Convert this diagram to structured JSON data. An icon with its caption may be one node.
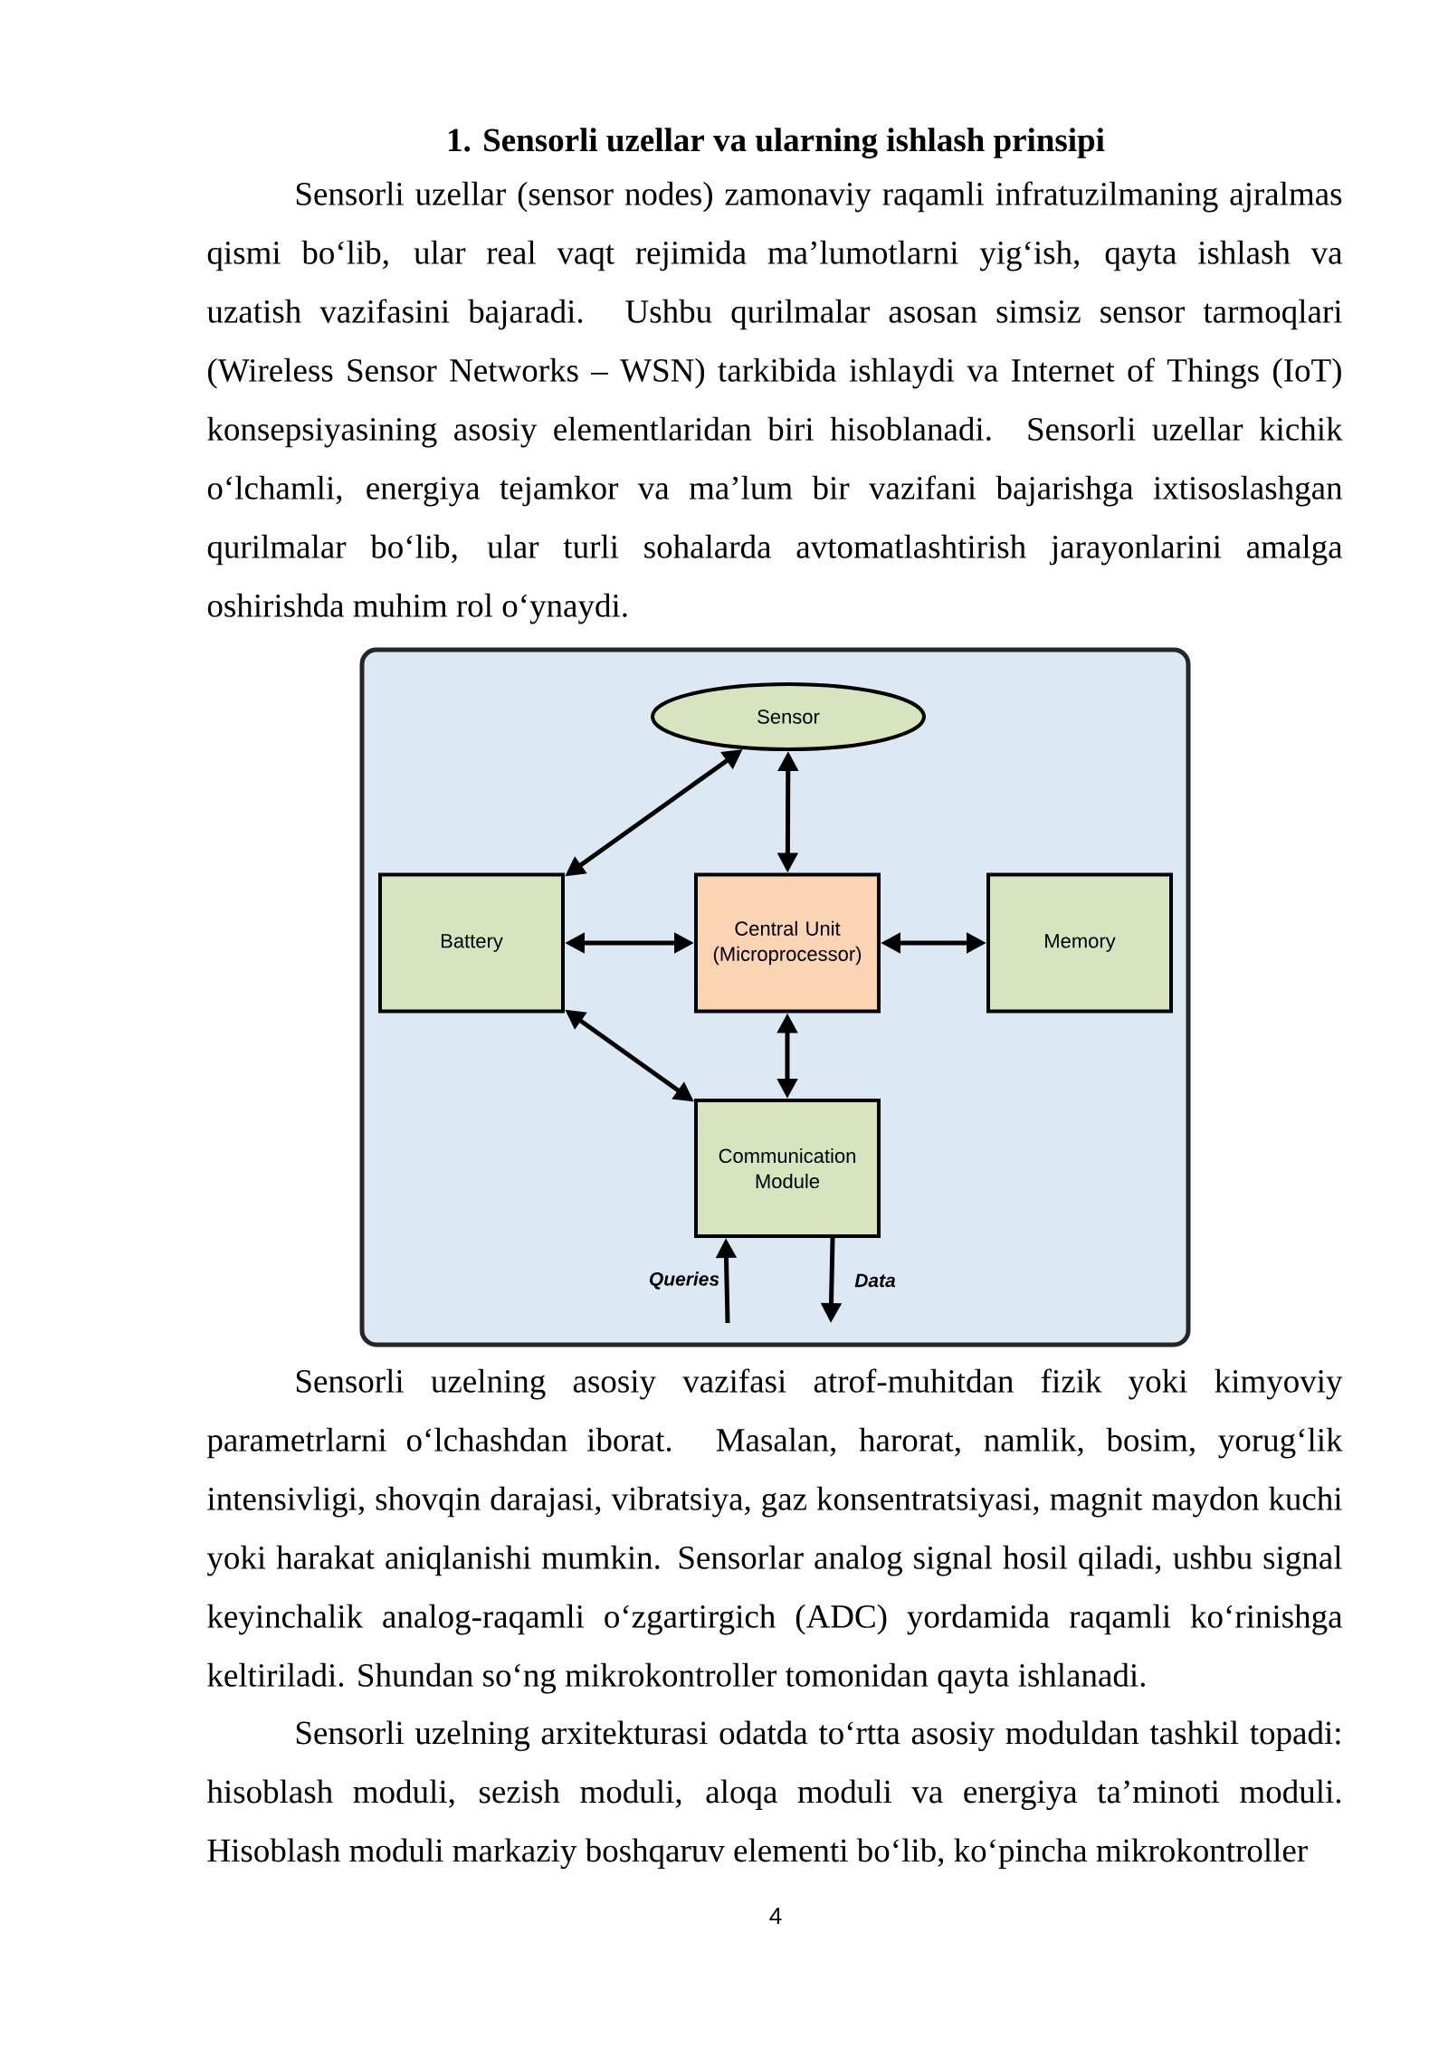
{
  "diagram": {
    "title": "1. Sensorli uzellar va ularning ishlash prinsipi",
    "nodes": [
      {
        "text": [
          "Sensor"
        ]
      },
      {
        "text": [
          "Battery"
        ]
      },
      {
        "text": [
          "Central Unit (Microprocessor)"
        ]
      },
      {
        "text": [
          "Memory"
        ]
      },
      {
        "text": [
          "Communication Module"
        ]
      }
    ],
    "edges": [
      {
        "from": 0,
        "to": 1,
        "arrow": "both"
      },
      {
        "from": 0,
        "to": 2,
        "arrow": "both"
      },
      {
        "from": 1,
        "to": 2,
        "arrow": "both"
      },
      {
        "from": 2,
        "to": 3,
        "arrow": "both"
      },
      {
        "from": 1,
        "to": 4,
        "arrow": "both"
      },
      {
        "from": 2,
        "to": 4,
        "arrow": "both"
      },
      {
        "from": null,
        "to": 4,
        "arrow": "to",
        "label": "Queries"
      },
      {
        "from": 4,
        "to": null,
        "arrow": "to",
        "label": "Data"
      }
    ],
    "labels": [
      "Sensorli uzellar (sensor nodes) zamonaviy raqamli infratuzilmaning ajralmas qismi bo‘lib, ular real vaqt rejimida ma’lumotlarni yig‘ish, qayta ishlash va uzatish vazifasini bajaradi. Ushbu qurilmalar asosan simsiz sensor tarmoqlari (Wireless Sensor Networks – WSN) tarkibida ishlaydi va Internet of Things (IoT) konsepsiyasining asosiy elementlaridan biri hisoblanadi. Sensorli uzellar kichik o‘lchamli, energiya tejamkor va ma’lum bir vazifani bajarishga ixtisoslashgan qurilmalar bo‘lib, ular turli sohalarda avtomatlashtirish jarayonlarini amalga oshirishda muhim rol o‘ynaydi.",
      "Sensorli uzelning asosiy vazifasi atrof-muhitdan fizik yoki kimyoviy parametrlarni o‘lchashdan iborat. Masalan, harorat, namlik, bosim, yorug‘lik intensivligi, shovqin darajasi, vibratsiya, gaz konsentratsiyasi, magnit maydon kuchi yoki harakat aniqlanishi mumkin. Sensorlar analog signal hosil qiladi, ushbu signal keyinchalik analog-raqamli o‘zgartirgich (ADC) yordamida raqamli ko‘rinishga keltiriladi. Shundan so‘ng mikrokontroller tomonidan qayta ishlanadi.",
      "Sensorli uzelning arxitekturasi odatda to‘rtta asosiy moduldan tashkil topadi: hisoblash moduli, sezish moduli, aloqa moduli va energiya ta’minoti moduli. Hisoblash moduli markaziy boshqaruv elementi bo‘lib, ko‘pincha mikrokontroller",
      "4"
    ]
  }
}
